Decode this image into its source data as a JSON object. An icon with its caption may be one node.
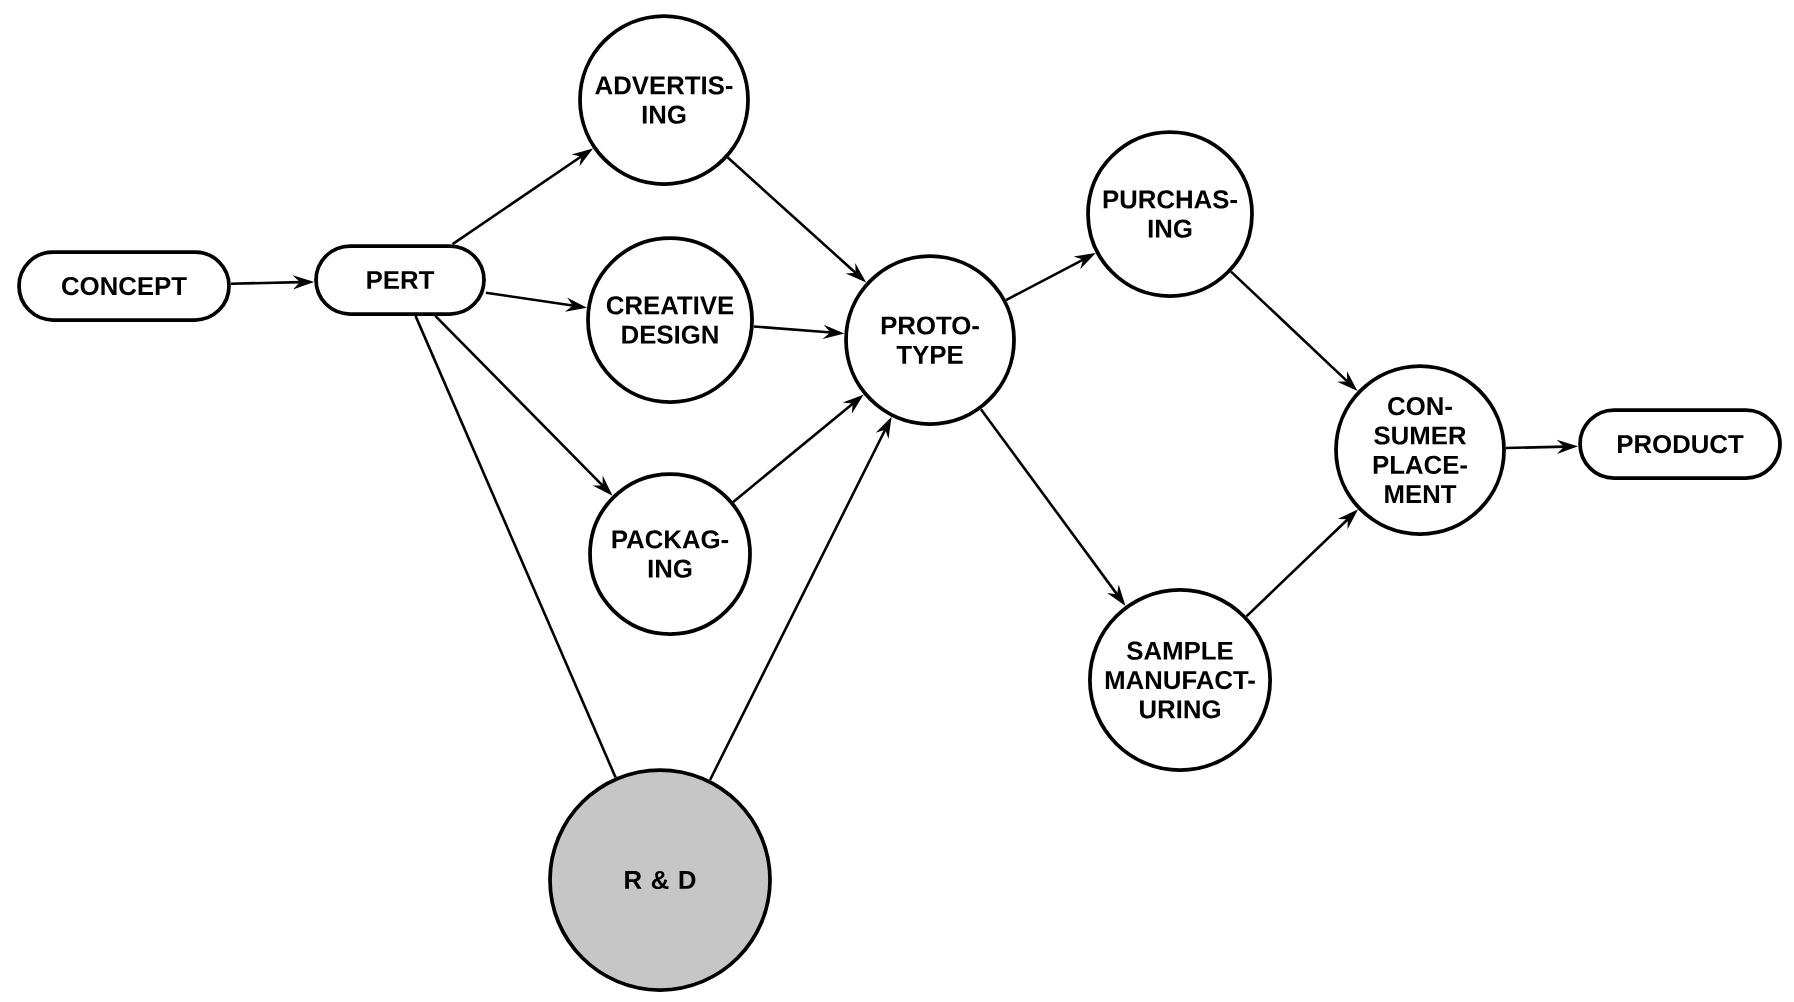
{
  "diagram": {
    "nodes": [
      {
        "text": [
          "CONCEPT"
        ]
      },
      {
        "text": [
          "PERT"
        ]
      },
      {
        "text": [
          "ADVERTIS- ING"
        ]
      },
      {
        "text": [
          "CREATIVE DESIGN"
        ]
      },
      {
        "text": [
          "PROTO- TYPE"
        ]
      },
      {
        "text": [
          "PACKAG- ING"
        ]
      },
      {
        "text": [
          "R & D"
        ]
      },
      {
        "text": [
          "PURCHAS- ING"
        ]
      },
      {
        "text": [
          "SAMPLE MANUFACT- URING"
        ]
      },
      {
        "text": [
          "CON- SUMER PLACE- MENT"
        ]
      },
      {
        "text": [
          "PRODUCT"
        ]
      }
    ],
    "edges": [
      {
        "from": 0,
        "to": 1,
        "arrow": "to"
      },
      {
        "from": 1,
        "to": 2,
        "arrow": "to"
      },
      {
        "from": 1,
        "to": 3,
        "arrow": "to"
      },
      {
        "from": 1,
        "to": 5,
        "arrow": "to"
      },
      {
        "from": 1,
        "to": 6,
        "arrow": "none"
      },
      {
        "from": 2,
        "to": 4,
        "arrow": "to"
      },
      {
        "from": 3,
        "to": 4,
        "arrow": "to"
      },
      {
        "from": 5,
        "to": 4,
        "arrow": "to"
      },
      {
        "from": 6,
        "to": 4,
        "arrow": "to"
      },
      {
        "from": 4,
        "to": 7,
        "arrow": "to"
      },
      {
        "from": 4,
        "to": 8,
        "arrow": "to"
      },
      {
        "from": 7,
        "to": 9,
        "arrow": "to"
      },
      {
        "from": 8,
        "to": 9,
        "arrow": "to"
      },
      {
        "from": 9,
        "to": 10,
        "arrow": "to"
      }
    ]
  }
}
